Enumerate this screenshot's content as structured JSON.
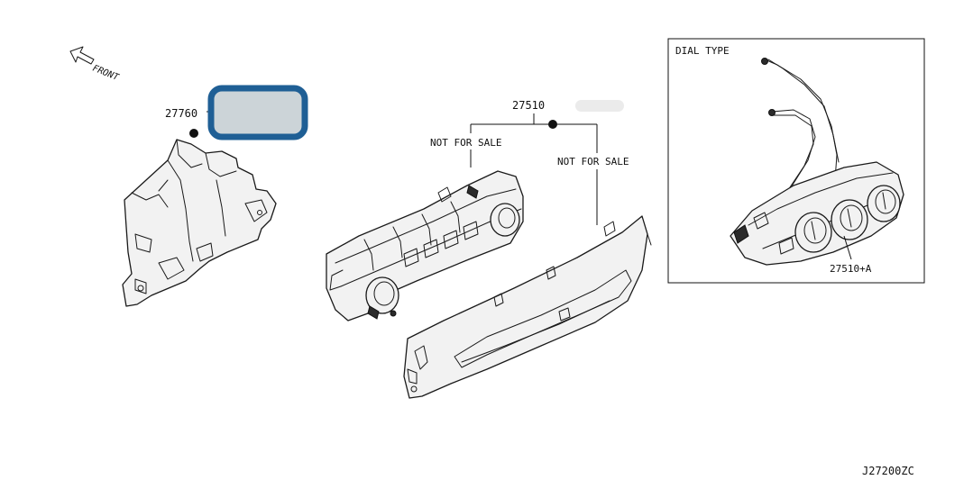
{
  "diagram": {
    "direction_label": "FRONT",
    "parts": {
      "bracket": "27760",
      "control_unit": "27510",
      "dial_unit": "27510+A"
    },
    "notes": {
      "not_for_sale_left": "NOT FOR SALE",
      "not_for_sale_right": "NOT FOR SALE"
    },
    "inset_title": "DIAL TYPE",
    "diagram_code": "J27200ZC",
    "colors": {
      "highlight_border": "#1f5f95",
      "highlight_fill": "#ccd4d8",
      "pill": "#ebebeb"
    }
  }
}
